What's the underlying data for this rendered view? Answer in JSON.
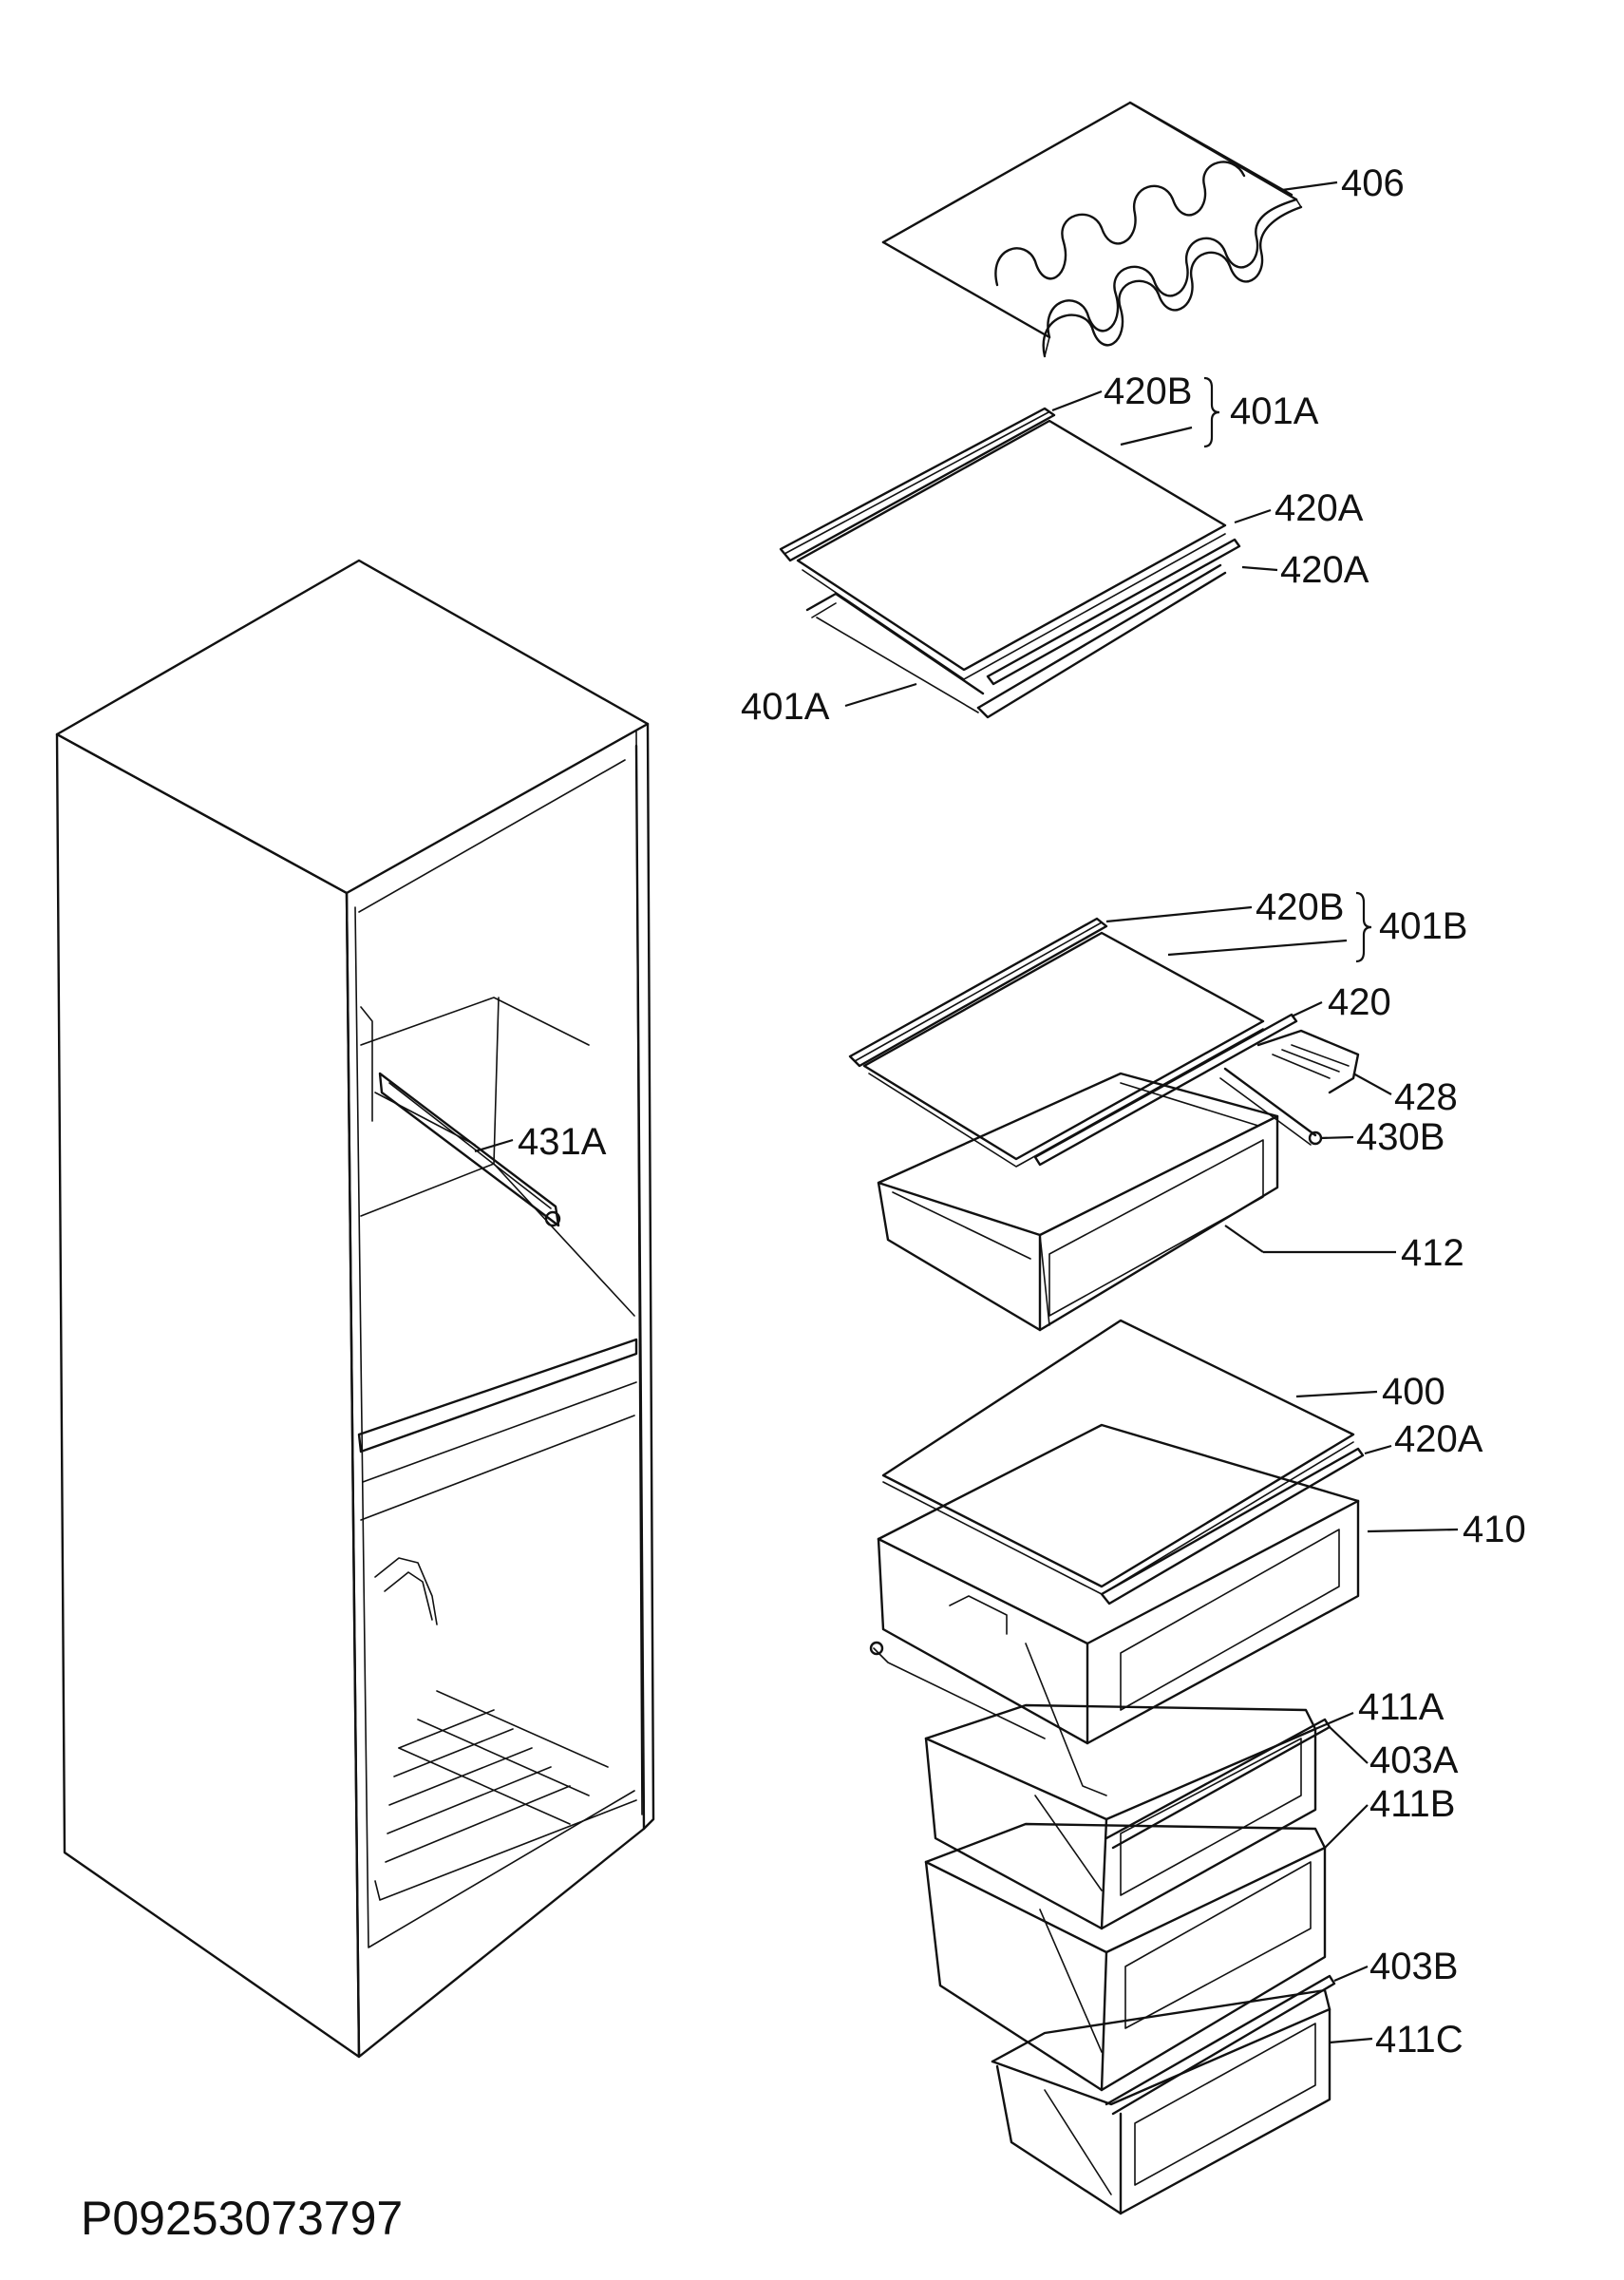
{
  "labels": {
    "l406": "406",
    "l420B_top": "420B",
    "l401A_top": "401A",
    "l420A_1": "420A",
    "l420A_2": "420A",
    "l401A_bottom": "401A",
    "l420B_mid": "420B",
    "l401B": "401B",
    "l420": "420",
    "l428": "428",
    "l430B": "430B",
    "l431A": "431A",
    "l412": "412",
    "l400": "400",
    "l420A_3": "420A",
    "l410": "410",
    "l411A": "411A",
    "l403A": "403A",
    "l411B": "411B",
    "l403B": "403B",
    "l411C": "411C"
  },
  "document_code": "P09253073797"
}
